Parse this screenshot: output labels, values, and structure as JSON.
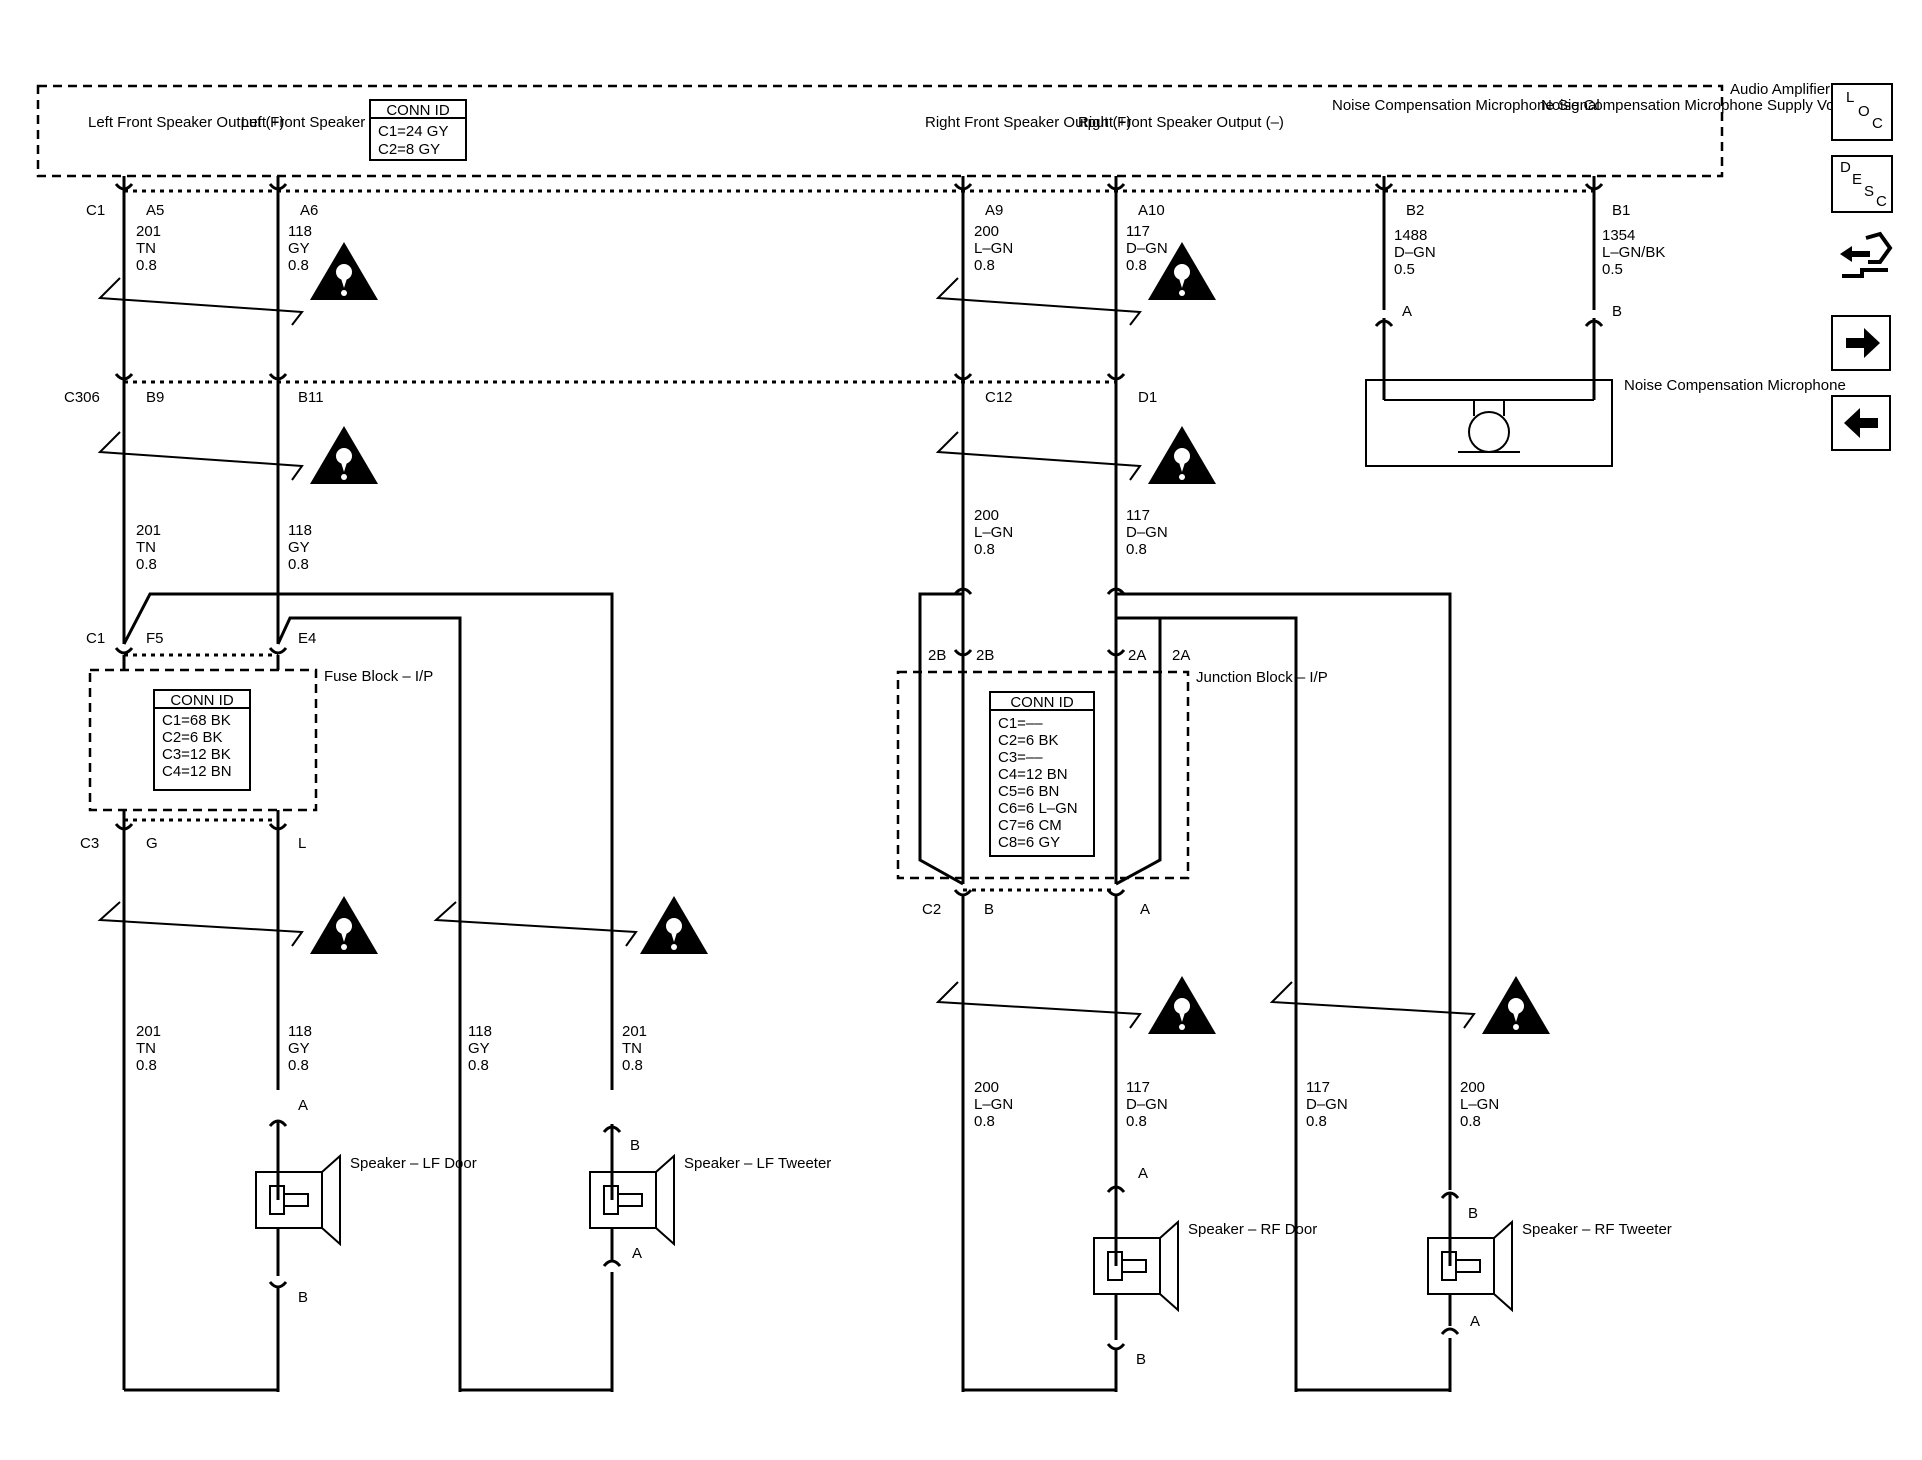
{
  "amplifier": {
    "name": "Audio Amplifier",
    "outputs": [
      "Left Front Speaker Output (+)",
      "Left Front Speaker Output (–)",
      "Right Front Speaker Output (+)",
      "Right Front Speaker Output (–)",
      "Noise Compensation Microphone Signal",
      "Noise Compensation Microphone Supply Voltage"
    ],
    "conn_id": {
      "title": "CONN ID",
      "lines": [
        "C1=24 GY",
        "C2=8 GY"
      ]
    },
    "pins": [
      "A5",
      "A6",
      "A9",
      "A10",
      "B2",
      "B1"
    ],
    "connector": "C1"
  },
  "wires_top": [
    {
      "circuit": "201",
      "color": "TN",
      "gauge": "0.8"
    },
    {
      "circuit": "118",
      "color": "GY",
      "gauge": "0.8"
    },
    {
      "circuit": "200",
      "color": "L–GN",
      "gauge": "0.8"
    },
    {
      "circuit": "117",
      "color": "D–GN",
      "gauge": "0.8"
    },
    {
      "circuit": "1488",
      "color": "D–GN",
      "gauge": "0.5"
    },
    {
      "circuit": "1354",
      "color": "L–GN/BK",
      "gauge": "0.5"
    }
  ],
  "microphone": {
    "name": "Noise Compensation Microphone",
    "pins": [
      "A",
      "B"
    ]
  },
  "c306": {
    "name": "C306",
    "pins": [
      "B9",
      "B11",
      "C12",
      "D1"
    ]
  },
  "fuse_block": {
    "name": "Fuse Block – I/P",
    "conn_id": {
      "title": "CONN ID",
      "lines": [
        "C1=68 BK",
        "C2=6 BK",
        "C3=12 BK",
        "C4=12 BN"
      ]
    },
    "in_connector": "C1",
    "in_pins": [
      "F5",
      "E4"
    ],
    "out_connector": "C3",
    "out_pins": [
      "G",
      "L"
    ]
  },
  "junction_block": {
    "name": "Junction Block – I/P",
    "conn_id": {
      "title": "CONN ID",
      "lines": [
        "C1=––",
        "C2=6 BK",
        "C3=––",
        "C4=12 BN",
        "C5=6 BN",
        "C6=6 L–GN",
        "C7=6 CM",
        "C8=6 GY"
      ]
    },
    "in_pins": [
      "2B",
      "2B",
      "2A",
      "2A"
    ],
    "out_connector": "C2",
    "out_pins": [
      "B",
      "A"
    ]
  },
  "speakers": [
    {
      "name": "Speaker – LF Door",
      "top_pin": "A",
      "bottom_pin": "B"
    },
    {
      "name": "Speaker – LF Tweeter",
      "top_pin": "B",
      "bottom_pin": "A"
    },
    {
      "name": "Speaker – RF Door",
      "top_pin": "A",
      "bottom_pin": "B"
    },
    {
      "name": "Speaker – RF Tweeter",
      "top_pin": "B",
      "bottom_pin": "A"
    }
  ],
  "nav": {
    "loc_letters": [
      "L",
      "O",
      "C"
    ],
    "desc_letters": [
      "D",
      "E",
      "S",
      "C"
    ],
    "icons": [
      "loc-icon",
      "desc-icon",
      "connector-view-icon",
      "next-arrow-icon",
      "previous-arrow-icon"
    ]
  }
}
